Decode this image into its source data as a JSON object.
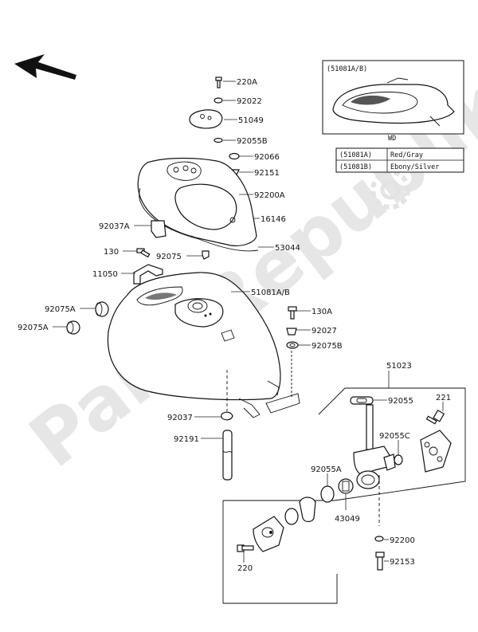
{
  "watermark": "PartsRepublik",
  "inset": {
    "title": "(51081A/B)",
    "caption": "WD",
    "variants": [
      {
        "code": "(51081A)",
        "color": "Red/Gray"
      },
      {
        "code": "(51081B)",
        "color": "Ebony/Silver"
      }
    ]
  },
  "labels": {
    "p220A": "220A",
    "p92022": "92022",
    "p51049": "51049",
    "p92055B": "92055B",
    "p92066": "92066",
    "p92151": "92151",
    "p92200A": "92200A",
    "p16146": "16146",
    "p92037A": "92037A",
    "p53044": "53044",
    "p130": "130",
    "p92075": "92075",
    "p11050": "11050",
    "p51081AB": "51081A/B",
    "p92075A_1": "92075A",
    "p92075A_2": "92075A",
    "p130A": "130A",
    "p92027": "92027",
    "p92075B": "92075B",
    "p51023": "51023",
    "p92055": "92055",
    "p221": "221",
    "p92037": "92037",
    "p92055C": "92055C",
    "p92191": "92191",
    "p92055A": "92055A",
    "p43049": "43049",
    "p92200": "92200",
    "p220": "220",
    "p92153": "92153"
  }
}
